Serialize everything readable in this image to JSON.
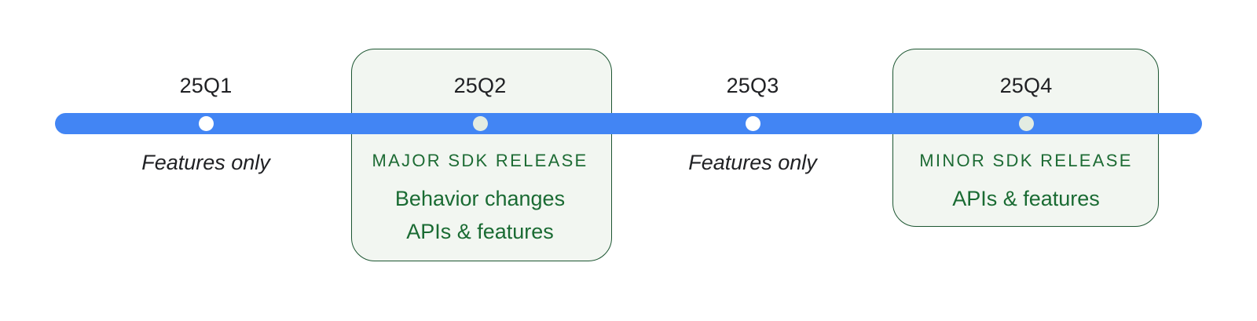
{
  "diagram": {
    "type": "release-timeline",
    "bar_color": "#4285f4",
    "card_bg": "#f2f6f1",
    "card_border": "#1d5632",
    "release_text_color": "#1a6b33",
    "label_text_color": "#202124"
  },
  "quarters": [
    {
      "id": "q1",
      "label": "25Q1",
      "highlighted": false,
      "dot_style": "plain",
      "note": "Features only"
    },
    {
      "id": "q2",
      "label": "25Q2",
      "highlighted": true,
      "dot_style": "tinted",
      "kicker": "MAJOR SDK RELEASE",
      "lines": [
        "Behavior changes",
        "APIs & features"
      ]
    },
    {
      "id": "q3",
      "label": "25Q3",
      "highlighted": false,
      "dot_style": "plain",
      "note": "Features only"
    },
    {
      "id": "q4",
      "label": "25Q4",
      "highlighted": true,
      "dot_style": "tinted",
      "kicker": "MINOR SDK RELEASE",
      "lines": [
        "APIs & features"
      ]
    }
  ]
}
